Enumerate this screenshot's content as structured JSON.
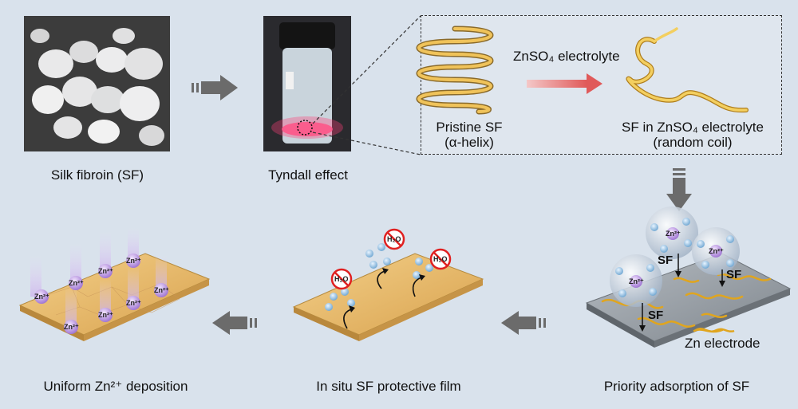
{
  "panels": {
    "silk": {
      "label": "Silk fibroin (SF)"
    },
    "tyndall": {
      "label": "Tyndall effect"
    },
    "inset": {
      "electrolyte_label": "ZnSO₄ electrolyte",
      "pristine_line1": "Pristine SF",
      "pristine_line2": "(α-helix)",
      "coil_line1": "SF in ZnSO₄ electrolyte",
      "coil_line2": "(random coil)"
    },
    "adsorption": {
      "label": "Priority adsorption of SF",
      "sf_tag": "SF",
      "electrode_label": "Zn electrode",
      "ion": "Zn²⁺"
    },
    "film": {
      "label": "In situ SF protective film",
      "water": "H₂O"
    },
    "deposition": {
      "label": "Uniform Zn²⁺ deposition",
      "ion": "Zn²⁺"
    }
  },
  "colors": {
    "background": "#d9e2ec",
    "arrow": "#6b6b6b",
    "electrode_gold": "#e8bd6c",
    "electrode_gray": "#9aa0a6",
    "sf_strand": "#e0a51e",
    "ion_purple": "#9b6fd0",
    "prohibit_red": "#e02020"
  }
}
